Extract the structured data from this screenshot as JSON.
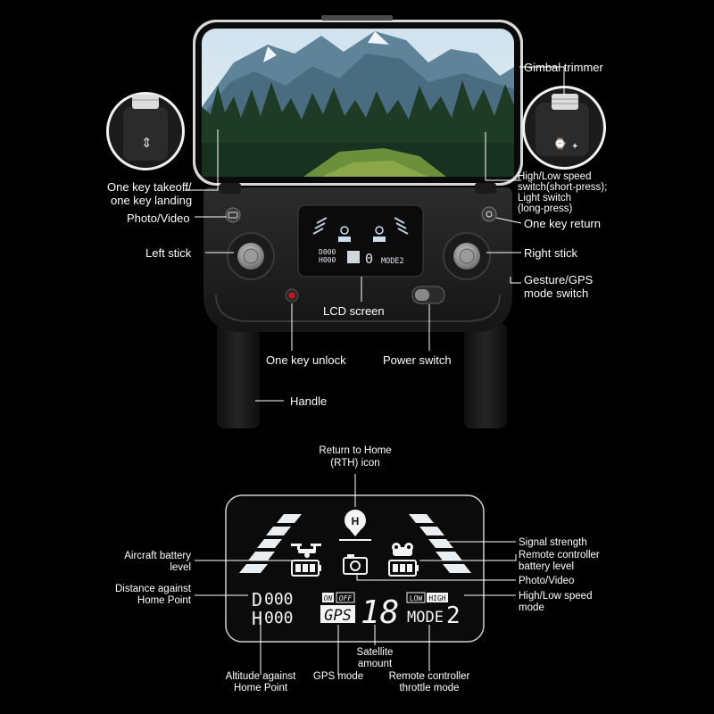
{
  "callouts": {
    "gimbal_trimmer": "Gimbal trimmer",
    "one_key_takeoff": [
      "One  key takeoff/",
      "one key landing"
    ],
    "high_low_speed_switch": [
      "High/Low speed",
      "switch(short-press);",
      "Light switch",
      "(long-press)"
    ],
    "photo_video": "Photo/Video",
    "one_key_return": "One key return",
    "left_stick": "Left stick",
    "right_stick": "Right stick",
    "gesture_gps": [
      "Gesture/GPS",
      "mode switch"
    ],
    "lcd_screen": "LCD screen",
    "one_key_unlock": "One key unlock",
    "power_switch": "Power switch",
    "handle": "Handle"
  },
  "lcd_callouts": {
    "rth_icon": [
      "Return to Home",
      "(RTH) icon"
    ],
    "aircraft_battery": [
      "Aircraft battery",
      "level"
    ],
    "distance_home": [
      "Distance against",
      "Home Point"
    ],
    "signal_strength": "Signal strength",
    "rc_battery": [
      "Remote controller",
      "battery level"
    ],
    "photo_video": "Photo/Video",
    "high_low_speed": [
      "High/Low speed",
      "mode"
    ],
    "satellite_amount": [
      "Satellite",
      "amount"
    ],
    "altitude_home": [
      "Altitude against",
      "Home Point"
    ],
    "gps_mode": "GPS mode",
    "throttle_mode": [
      "Remote controller",
      "throttle mode"
    ]
  },
  "lcd_display": {
    "distance_prefix": "D",
    "distance_value": "000",
    "height_prefix": "H",
    "height_value": "000",
    "on_label": "ON",
    "off_label": "OFF",
    "gps_label": "GPS",
    "satellite_count": "18",
    "low_label": "LOW",
    "high_label": "HIGH",
    "mode_label": "MODE",
    "mode_value": "2",
    "rth_letter": "H",
    "small_lcd_count": "0",
    "small_lcd_mode": "MODE2"
  },
  "colors": {
    "background": "#000000",
    "controller_body": "#232323",
    "lcd_screen": "#0b0b0b",
    "unlock_button": "#d0101a",
    "text": "#ffffff"
  }
}
